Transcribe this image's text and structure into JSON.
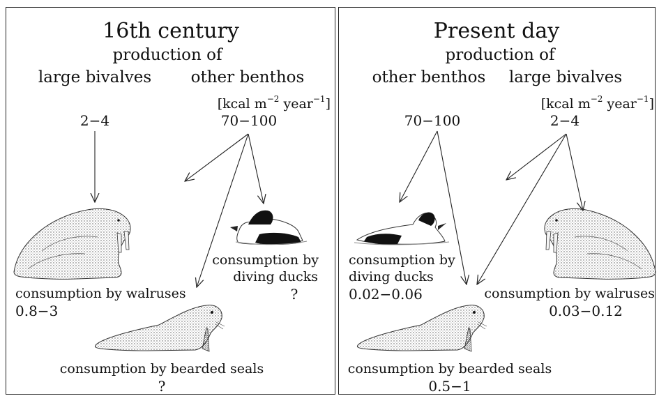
{
  "left": {
    "title": "16th century",
    "production_of": "production of",
    "col1": "large bivalves",
    "col2": "other benthos",
    "unit_pre": "[kcal m",
    "unit_exp1": "−2",
    "unit_mid": " year",
    "unit_exp2": "−1",
    "unit_post": "]",
    "val1": "2−4",
    "val2": "70−100",
    "walrus_label": "consumption by walruses",
    "walrus_value": "0.8−3",
    "ducks_label1": "consumption by",
    "ducks_label2": "diving ducks",
    "ducks_value": "?",
    "seals_label": "consumption by bearded seals",
    "seals_value": "?"
  },
  "right": {
    "title": "Present day",
    "production_of": "production of",
    "col1": "other benthos",
    "col2": "large bivalves",
    "unit_pre": "[kcal m",
    "unit_exp1": "−2",
    "unit_mid": " year",
    "unit_exp2": "−1",
    "unit_post": "]",
    "val1": "70−100",
    "val2": "2−4",
    "ducks_label1": "consumption by",
    "ducks_label2": "diving ducks",
    "ducks_value": "0.02−0.06",
    "walrus_label": "consumption by walruses",
    "walrus_value": "0.03−0.12",
    "seals_label": "consumption by bearded seals",
    "seals_value": "0.5−1"
  },
  "icons": [
    "walrus-icon",
    "diving-duck-icon",
    "bearded-seal-icon"
  ],
  "colors": {
    "line": "#222222",
    "background": "#ffffff"
  }
}
